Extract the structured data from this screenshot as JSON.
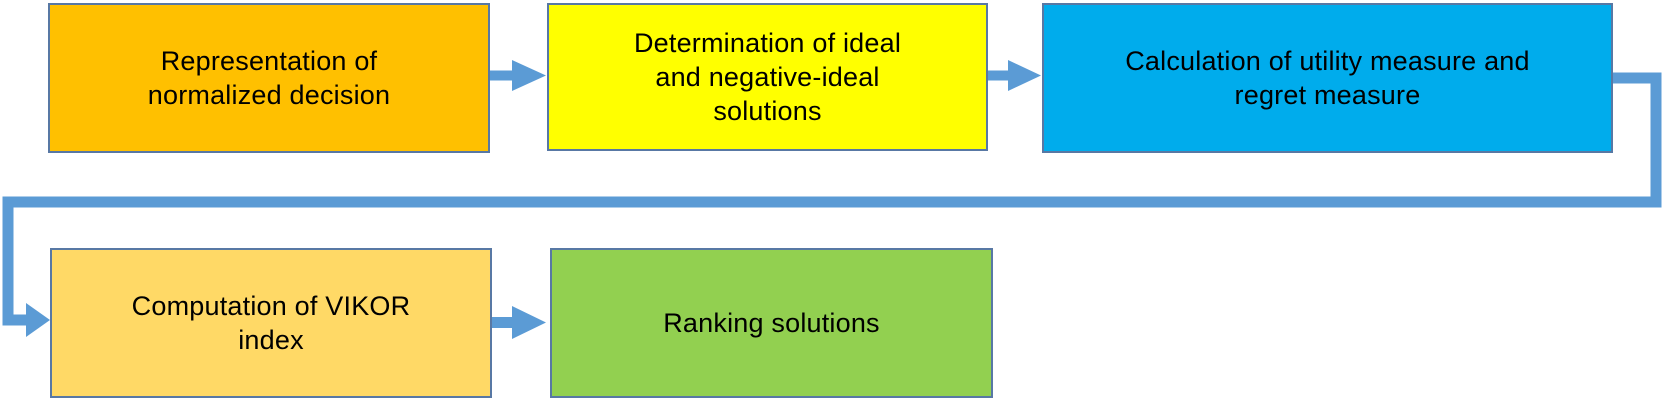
{
  "diagram": {
    "type": "flowchart",
    "steps": [
      {
        "id": "normalized-decision",
        "lines": [
          "Representation of",
          "normalized decision"
        ],
        "fill": "#FFC000"
      },
      {
        "id": "ideal-solutions",
        "lines": [
          "Determination of ideal",
          "and negative-ideal",
          "solutions"
        ],
        "fill": "#FFFF00"
      },
      {
        "id": "utility-regret",
        "lines": [
          "Calculation of utility measure and",
          "regret measure"
        ],
        "fill": "#00ACEC"
      },
      {
        "id": "vikor-index",
        "lines": [
          "Computation of VIKOR",
          "index"
        ],
        "fill": "#FFD966"
      },
      {
        "id": "ranking",
        "lines": [
          "Ranking solutions"
        ],
        "fill": "#92D050"
      }
    ],
    "colors": {
      "arrow": "#5B9BD5",
      "box_border": "#5878A4",
      "text": "#000000",
      "background": "#FFFFFF"
    },
    "flow_order": [
      "normalized-decision",
      "ideal-solutions",
      "utility-regret",
      "vikor-index",
      "ranking"
    ]
  }
}
